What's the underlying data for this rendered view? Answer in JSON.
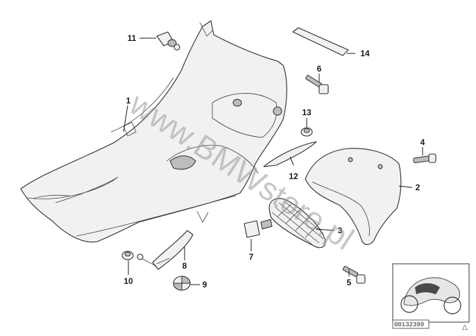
{
  "callouts": [
    {
      "id": "1",
      "label": "1"
    },
    {
      "id": "2",
      "label": "2"
    },
    {
      "id": "3",
      "label": "3"
    },
    {
      "id": "4",
      "label": "4"
    },
    {
      "id": "5",
      "label": "5"
    },
    {
      "id": "6",
      "label": "6"
    },
    {
      "id": "7",
      "label": "7"
    },
    {
      "id": "8",
      "label": "8"
    },
    {
      "id": "9",
      "label": "9"
    },
    {
      "id": "10",
      "label": "10"
    },
    {
      "id": "11",
      "label": "11"
    },
    {
      "id": "12",
      "label": "12"
    },
    {
      "id": "13",
      "label": "13"
    },
    {
      "id": "14",
      "label": "14"
    }
  ],
  "watermark": "www.BMWstore.pl",
  "reference_number": "00132399",
  "corner_mark": "△"
}
